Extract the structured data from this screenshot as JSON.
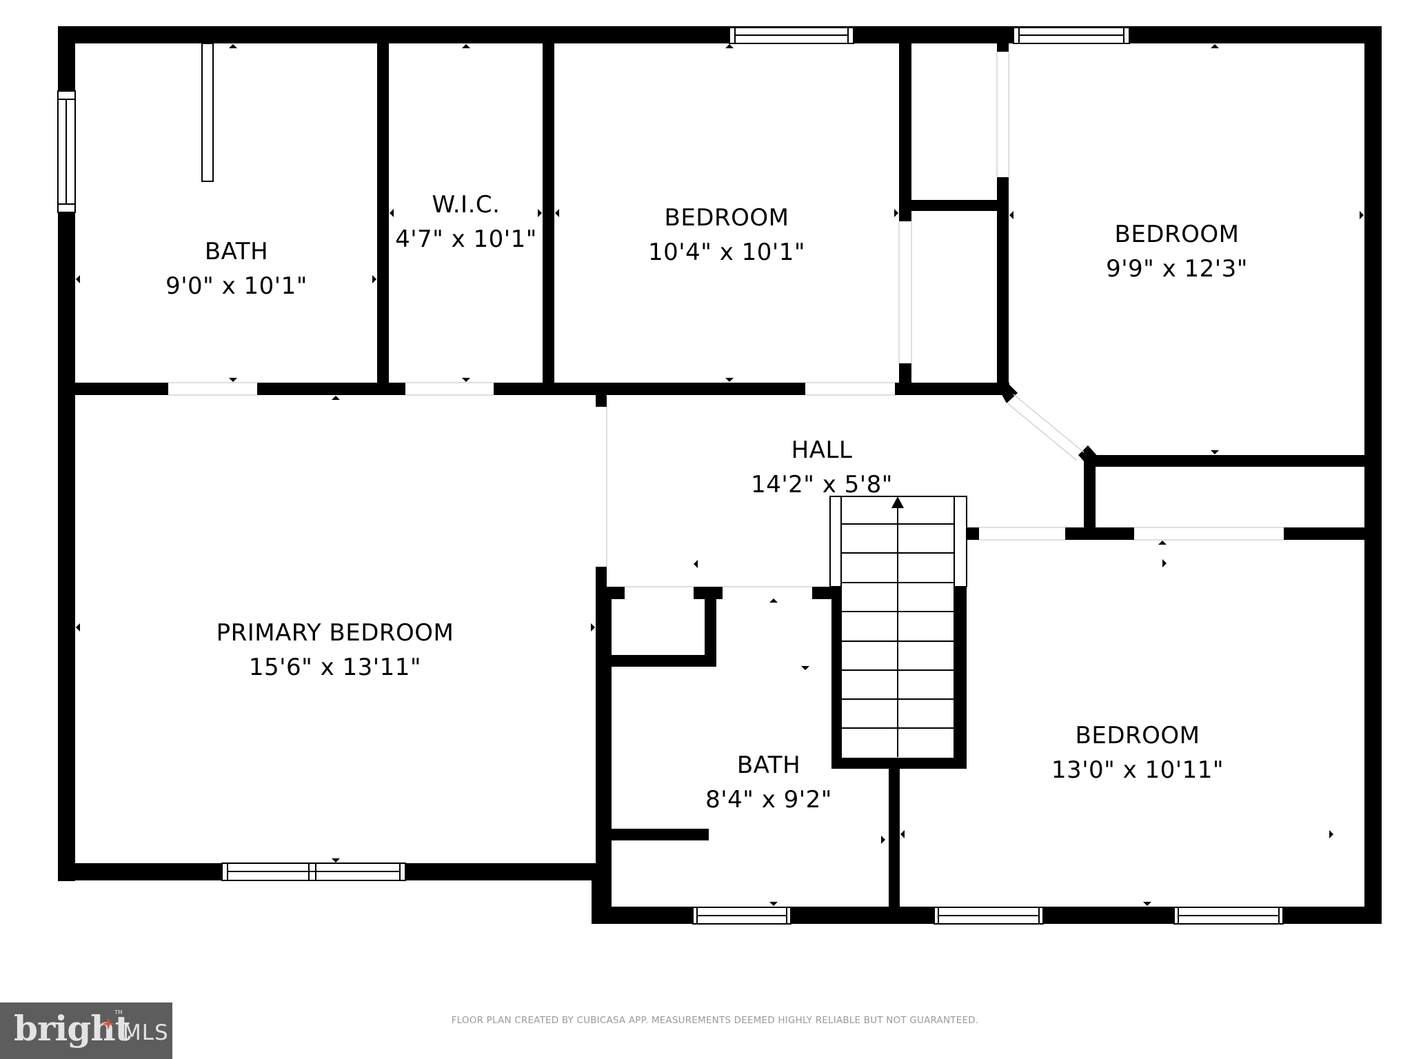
{
  "floor_plan": {
    "rooms": [
      {
        "id": "bath-upper-left",
        "name": "BATH",
        "dimensions": "9'0\" x 10'1\""
      },
      {
        "id": "wic",
        "name": "W.I.C.",
        "dimensions": "4'7\" x 10'1\""
      },
      {
        "id": "bedroom-top-center",
        "name": "BEDROOM",
        "dimensions": "10'4\" x 10'1\""
      },
      {
        "id": "bedroom-top-right",
        "name": "BEDROOM",
        "dimensions": "9'9\" x 12'3\""
      },
      {
        "id": "hall",
        "name": "HALL",
        "dimensions": "14'2\" x 5'8\""
      },
      {
        "id": "primary-bedroom",
        "name": "PRIMARY BEDROOM",
        "dimensions": "15'6\" x 13'11\""
      },
      {
        "id": "bath-lower",
        "name": "BATH",
        "dimensions": "8'4\" x 9'2\""
      },
      {
        "id": "bedroom-lower-right",
        "name": "BEDROOM",
        "dimensions": "13'0\" x 10'11\""
      }
    ],
    "stairs": {
      "direction": "up",
      "steps": 9
    },
    "colors": {
      "wall": "#000000",
      "background": "#ffffff",
      "door_line": "#d4d4d4"
    }
  },
  "footer": {
    "disclaimer": "FLOOR PLAN CREATED BY CUBICASA APP. MEASUREMENTS DEEMED HIGHLY RELIABLE BUT NOT GUARANTEED."
  },
  "logo": {
    "wordmark": "bright",
    "suffix": "MLS",
    "trademark": "TM",
    "background": "#5d5d5d",
    "accent": "#e0523a"
  }
}
